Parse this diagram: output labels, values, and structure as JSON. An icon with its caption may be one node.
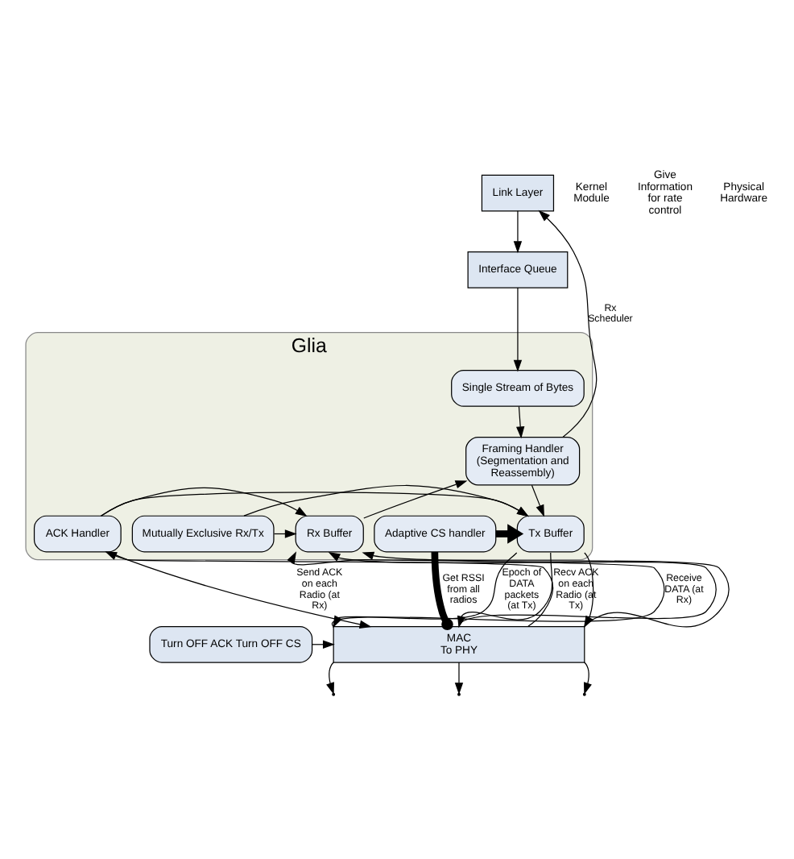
{
  "diagram": {
    "nodes": [
      {
        "text": [
          "Link Layer"
        ]
      },
      {
        "text": [
          "Interface Queue"
        ]
      },
      {
        "text": [
          "Glia"
        ]
      },
      {
        "text": [
          "Single Stream of Bytes"
        ],
        "in": 2
      },
      {
        "text": [
          "Framing Handler (Segmentation and Reassembly)"
        ],
        "in": 2
      },
      {
        "text": [
          "Adaptive CS handler"
        ],
        "in": 2
      },
      {
        "text": [
          "Tx Buffer"
        ],
        "in": 2
      },
      {
        "text": [
          "Mutually Exclusive Rx/Tx"
        ],
        "in": 2
      },
      {
        "text": [
          "ACK Handler"
        ],
        "in": 2
      },
      {
        "text": [
          "Rx Buffer"
        ],
        "in": 2
      },
      {
        "text": [
          "MAC",
          "To PHY"
        ]
      },
      {
        "text": [
          "Turn OFF ACK Turn OFF CS"
        ]
      }
    ],
    "edges": [
      {
        "from": 0,
        "to": 1,
        "arrow": "to"
      },
      {
        "from": 1,
        "to": 3,
        "arrow": "to"
      },
      {
        "from": 3,
        "to": 4,
        "arrow": "to"
      },
      {
        "from": 4,
        "to": 6,
        "arrow": "to"
      },
      {
        "from": 9,
        "to": 4,
        "arrow": "to"
      },
      {
        "from": 4,
        "to": 0,
        "arrow": "to",
        "label": "Rx Scheduler"
      },
      {
        "from": 5,
        "to": 6,
        "arrow": "to",
        "style": "thick"
      },
      {
        "from": 7,
        "to": 6,
        "arrow": "to"
      },
      {
        "from": 7,
        "to": 9,
        "arrow": "to"
      },
      {
        "from": 8,
        "to": 6,
        "arrow": "to"
      },
      {
        "from": 8,
        "to": 9,
        "arrow": "to"
      },
      {
        "from": 6,
        "to": 10,
        "arrow": "to",
        "label": "Epoch of DATA packets (at Tx)"
      },
      {
        "from": 6,
        "to": 10,
        "arrow": "to"
      },
      {
        "from": 6,
        "to": 10,
        "arrow": "to"
      },
      {
        "from": 10,
        "to": 8,
        "arrow": "to",
        "label": "Recv ACK on each Radio (at Tx)"
      },
      {
        "from": 8,
        "to": 10,
        "arrow": "to",
        "label": "Send ACK on each Radio (at Rx)"
      },
      {
        "from": 10,
        "to": 9,
        "arrow": "to",
        "label": "Receive DATA (at Rx)"
      },
      {
        "from": 10,
        "to": 9,
        "arrow": "to"
      },
      {
        "from": 10,
        "to": 9,
        "arrow": "to"
      },
      {
        "from": 5,
        "to": 10,
        "arrow": "other",
        "style": "thick",
        "label": "Get RSSI from all radios"
      },
      {
        "from": 11,
        "to": 10,
        "arrow": "to"
      },
      {
        "from": 10,
        "to": null,
        "arrow": "to"
      },
      {
        "from": 10,
        "to": null,
        "arrow": "to"
      },
      {
        "from": 10,
        "to": null,
        "arrow": "to"
      }
    ],
    "labels": [
      "Kernel Module",
      "Give Information for rate control",
      "Physical Hardware"
    ]
  }
}
